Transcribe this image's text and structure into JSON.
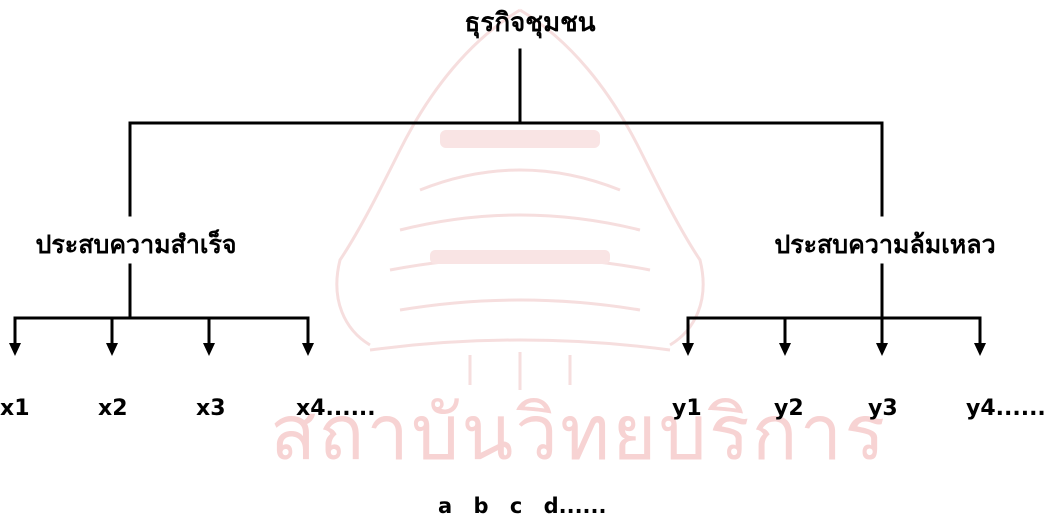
{
  "root": {
    "label": "ธุรกิจชุมชน"
  },
  "branches": [
    {
      "label": "ประสบความสำเร็จ",
      "leaves": [
        "x1",
        "x2",
        "x3",
        "x4......"
      ]
    },
    {
      "label": "ประสบความล้มเหลว",
      "leaves": [
        "y1",
        "y2",
        "y3",
        "y4......"
      ]
    }
  ],
  "footer": {
    "text": "a  b  c  d......"
  },
  "watermark": {
    "text": "สถาบันวิทยบริการ",
    "color": "#f7d3d3"
  }
}
